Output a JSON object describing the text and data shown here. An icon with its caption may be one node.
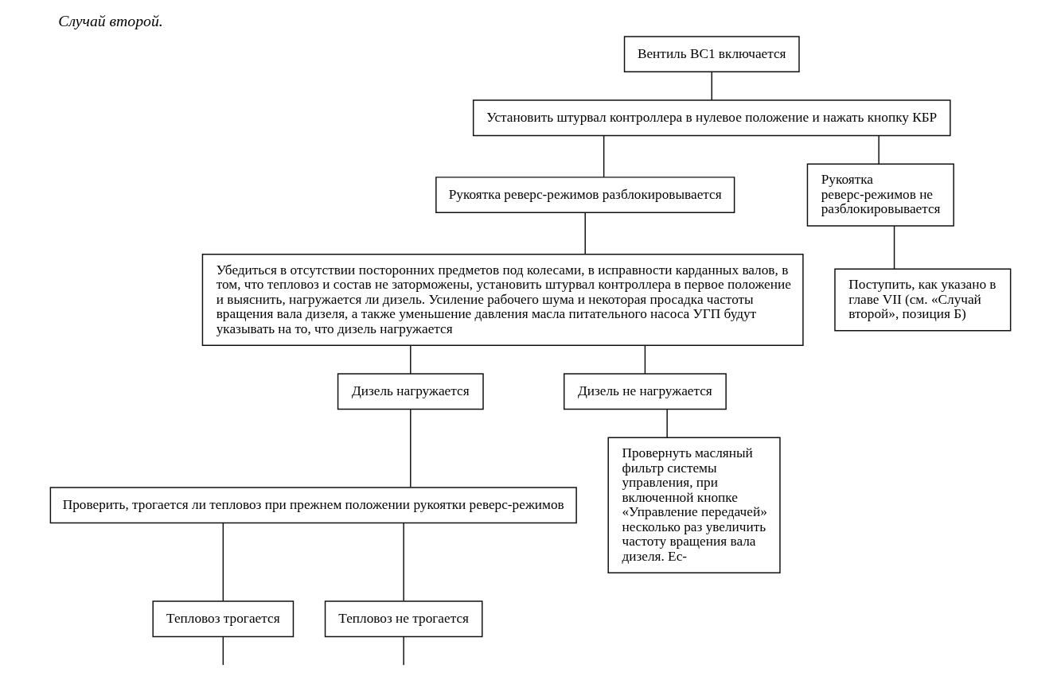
{
  "diagram": {
    "title": "Случай второй.",
    "nodes": [
      {
        "text": [
          "Вентиль ВС1 включается"
        ]
      },
      {
        "text": [
          "Установить штурвал контроллера в нулевое положение и нажать кнопку КБР"
        ]
      },
      {
        "text": [
          "Рукоятка реверс-режимов разблокировывается"
        ]
      },
      {
        "text": [
          "Рукоятка реверс-режимов не разблокировывается"
        ]
      },
      {
        "text": [
          "Убедиться в отсутствии посторонних предметов под колесами, в исправности карданных валов, в том, что тепловоз и состав не заторможены, установить штурвал контроллера в первое положение и выяснить, нагружается ли дизель. Усиление рабочего шума и некоторая просадка частоты вращения вала дизеля, а также уменьшение давления масла питательного насоса УГП будут указывать на то, что дизель нагружается"
        ]
      },
      {
        "text": [
          "Поступить, как указано в главе VII (см. «Случай второй», позиция Б)"
        ]
      },
      {
        "text": [
          "Дизель нагружается"
        ]
      },
      {
        "text": [
          "Дизель не нагружается"
        ]
      },
      {
        "text": [
          "Проверить, трогается ли тепловоз при прежнем положении рукоятки реверс-режимов"
        ]
      },
      {
        "text": [
          "Провернуть масляный фильтр системы управления, при включенной кнопке «Управление передачей» несколько раз увеличить частоту вращения вала дизеля. Ес-"
        ]
      },
      {
        "text": [
          "Тепловоз трогается"
        ]
      },
      {
        "text": [
          "Тепловоз не трогается"
        ]
      }
    ],
    "edges": [
      {
        "from": 0,
        "to": 1,
        "arrow": "none"
      },
      {
        "from": 1,
        "to": 2,
        "arrow": "none"
      },
      {
        "from": 1,
        "to": 3,
        "arrow": "none"
      },
      {
        "from": 2,
        "to": 4,
        "arrow": "none"
      },
      {
        "from": 3,
        "to": 5,
        "arrow": "none"
      },
      {
        "from": 4,
        "to": 6,
        "arrow": "none"
      },
      {
        "from": 4,
        "to": 7,
        "arrow": "none"
      },
      {
        "from": 6,
        "to": 8,
        "arrow": "none"
      },
      {
        "from": 7,
        "to": 9,
        "arrow": "none"
      },
      {
        "from": 8,
        "to": 10,
        "arrow": "none"
      },
      {
        "from": 8,
        "to": 11,
        "arrow": "none"
      },
      {
        "from": 10,
        "to": null,
        "arrow": "none"
      },
      {
        "from": 11,
        "to": null,
        "arrow": "none"
      }
    ]
  }
}
